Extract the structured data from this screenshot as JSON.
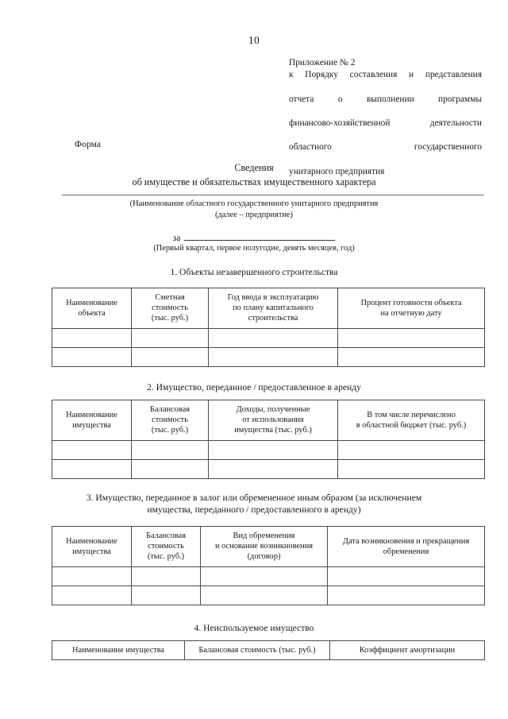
{
  "page": {
    "number": "10"
  },
  "appendix": {
    "line1": "Приложение № 2",
    "line2": "к Порядку составления и представления",
    "line3": "отчета о выполнении программы",
    "line4": "финансово-хозяйственной деятельности",
    "line5": "областного государственного",
    "line6": "унитарного предприятия"
  },
  "form_label": "Форма",
  "title": {
    "line1": "Сведения",
    "line2": "об имуществе и обязательствах имущественного характера"
  },
  "rule_caption": {
    "line1": "(Наименование областного государственного унитарного предприятия",
    "line2": "(далее – предприятие)"
  },
  "period": {
    "prefix": "за",
    "value": "",
    "caption": "(Первый квартал, первое полугодие, девять месяцев, год)"
  },
  "sections": [
    {
      "heading": "1. Объекты незавершенного строительства",
      "headers": [
        [
          "Наименование",
          "объекта"
        ],
        [
          "Сметная",
          "стоимость",
          "(тыс. руб.)"
        ],
        [
          "Год ввода в эксплуатацию",
          "по плану капитального",
          "строительства"
        ],
        [
          "Процент готовности объекта",
          "на отчетную дату"
        ]
      ],
      "rows": [
        [
          "",
          "",
          "",
          ""
        ],
        [
          "",
          "",
          "",
          ""
        ]
      ]
    },
    {
      "heading": "2. Имущество, переданное / предоставленное в аренду",
      "headers": [
        [
          "Наименование",
          "имущества"
        ],
        [
          "Балансовая",
          "стоимость",
          "(тыс. руб.)"
        ],
        [
          "Доходы, полученные",
          "от использования",
          "имущества (тыс. руб.)"
        ],
        [
          "В том числе перечислено",
          "в областной бюджет (тыс. руб.)"
        ]
      ],
      "rows": [
        [
          "",
          "",
          "",
          ""
        ],
        [
          "",
          "",
          "",
          ""
        ]
      ]
    },
    {
      "heading_line1": "3. Имущество, переданное в залог или обремененное иным образом (за исключением",
      "heading_line2": "имущества, переданного / предоставленного в аренду)",
      "headers": [
        [
          "Наименование",
          "имущества"
        ],
        [
          "Балансовая",
          "стоимость",
          "(тыс. руб.)"
        ],
        [
          "Вид обременения",
          "и основание возникновения",
          "(договор)"
        ],
        [
          "Дата возникновения и прекращения",
          "обременения"
        ]
      ],
      "rows": [
        [
          "",
          "",
          "",
          ""
        ],
        [
          "",
          "",
          "",
          ""
        ]
      ]
    },
    {
      "heading": "4. Неиспользуемое имущество",
      "headers": [
        [
          "Наименование имущества"
        ],
        [
          "Балансовая стоимость (тыс. руб.)"
        ],
        [
          "Коэффициент амортизации"
        ]
      ],
      "rows": []
    }
  ]
}
